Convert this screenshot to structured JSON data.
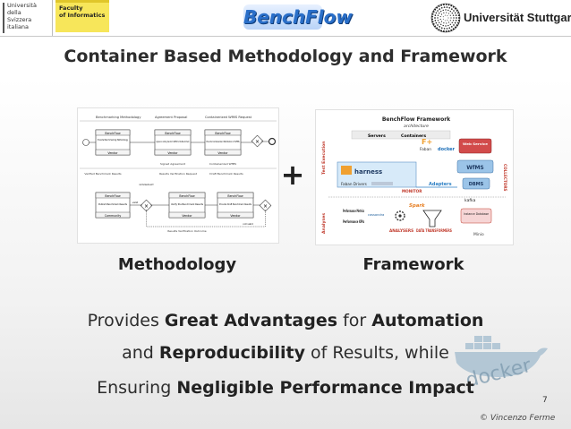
{
  "header": {
    "usi_lines": [
      "Università",
      "della",
      "Svizzera",
      "italiana"
    ],
    "faculty_lines": [
      "Faculty",
      "of Informatics"
    ],
    "benchflow_logo": "BenchFlow",
    "university": "Universität Stuttgart"
  },
  "slide": {
    "title": "Container Based Methodology and Framework",
    "plus": "+",
    "methodology_label": "Methodology",
    "framework_label": "Framework",
    "sentence": {
      "l1_a": "Provides ",
      "l1_b": "Great Advantages",
      "l1_c": " for ",
      "l1_d": "Automation",
      "l2_a": "and ",
      "l2_b": "Reproducibility",
      "l2_c": " of Results, while",
      "l3_a": "Ensuring ",
      "l3_b": "Negligible Performance Impact"
    },
    "page_number": "7",
    "author": "Vincenzo Ferme",
    "watermark": "docker"
  },
  "methodology_diagram": {
    "pool_labels": [
      "Benchmarking Methodology",
      "Agreement Proposal",
      "Containerized WfMS Request"
    ],
    "lane_labels": [
      "BenchFlow",
      "Vendor",
      "Community"
    ],
    "task_labels": [
      "Provide Benchmarking Methodology",
      "Agree on adding Vendor's WfMS to the Benchmark",
      "Provide Containerized Distribution of WfMS",
      "Publish Benchmark Results",
      "Verify the Benchmark Results",
      "Provide Draft Benchmark Results"
    ],
    "message_labels": [
      "Signed Agreement",
      "Containerized WfMS",
      "Verified Benchmark Results",
      "Results Verification Request",
      "Draft Benchmark Results",
      "Results Verification Outcome"
    ],
    "gateway_label": "Are the Results valid?",
    "flow_labels": [
      "valid",
      "not valid"
    ]
  },
  "framework_diagram": {
    "title": "BenchFlow Framework",
    "subtitle": "architecture",
    "test_execution": "Test Execution",
    "analyses": "Analyses",
    "servers": "Servers",
    "containers": "Containers",
    "faban": "Faban",
    "docker": "docker",
    "harness": "harness",
    "faban_drivers": "Faban Drivers",
    "monitor": "MONITOR",
    "adapters": "Adapters",
    "web_service": "Web Service",
    "wfms": "WfMS",
    "dbms": "DBMS",
    "collectors": "COLLECTORS",
    "kafka": "kafka",
    "instance_database": "Instance Database",
    "spark": "Spark",
    "performance_metrics": "Performance Metrics",
    "performance_kpis": "Performance KPIs",
    "cassandra": "cassandra",
    "analysers": "ANALYSERS",
    "data_transformers": "DATA TRANSFORMERS",
    "minio": "Minio"
  }
}
